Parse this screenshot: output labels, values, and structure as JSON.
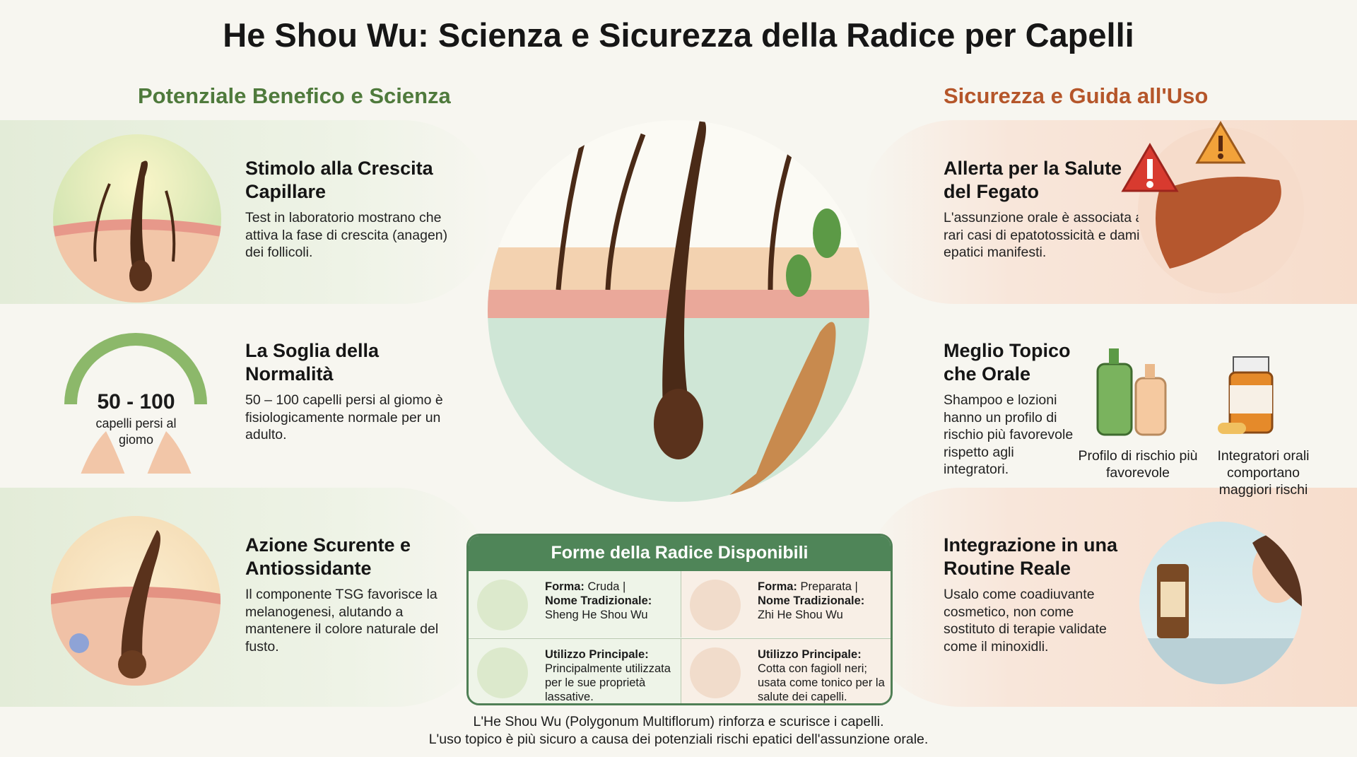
{
  "title": "He Shou Wu: Scienza e Sicurezza della Radice per Capelli",
  "left": {
    "heading": "Potenziale Benefico e Scienza",
    "cards": [
      {
        "title": "Stimolo alla Crescita Capillare",
        "text": "Test in laboratorio mostrano che attiva la fase di crescita (anagen) dei follicoli."
      },
      {
        "title": "La Soglia della Normalità",
        "text": "50 – 100 capelli persi al giomo è fisiologicamente normale per un adulto.",
        "badge_value": "50 - 100",
        "badge_label": "capelli persi al giomo"
      },
      {
        "title": "Azione Scurente e Antiossidante",
        "text": "Il componente TSG favorisce la melanogenesi, alutando a mantenere il colore naturale del fusto."
      }
    ]
  },
  "right": {
    "heading": "Sicurezza e Guida all'Uso",
    "cards": [
      {
        "title": "Allerta per la Salute del Fegato",
        "text": "L'assunzione orale è associata a rari casi di epatotossicità e dami epatici manifesti."
      },
      {
        "title": "Meglio Topico che Orale",
        "text": "Shampoo e lozioni hanno un profilo di rischio più favorevole rispetto agli integratori.",
        "caption_topical": "Profilo di rischio più favorevole",
        "caption_oral": "Integratori orali comportano maggiori rischi"
      },
      {
        "title": "Integrazione in una Routine Reale",
        "text": "Usalo come coadiuvante cosmetico, non come sostituto di terapie validate come il minoxidli."
      }
    ]
  },
  "table": {
    "title": "Forme della Radice Disponibili",
    "cells": [
      {
        "l1": "Forma:",
        "v1": " Cruda |",
        "l2": "Nome Tradizionale:",
        "v2": "Sheng He Shou Wu"
      },
      {
        "l1": "Forma:",
        "v1": " Preparata |",
        "l2": "Nome Tradizionale:",
        "v2": "Zhi He Shou Wu"
      },
      {
        "l1": "Utilizzo Principale:",
        "v2": "Principalmente utilizzata per le sue proprietà lassative."
      },
      {
        "l1": "Utilizzo Principale:",
        "v2": "Cotta con fagioll neri; usata come tonico per la salute dei capelli."
      }
    ]
  },
  "footer": [
    "L'He Shou Wu (Polygonum Multiflorum) rinforza e scurisce i capelli.",
    "L'uso topico è più sicuro a causa dei potenziali rischi epatici dell'assunzione orale."
  ],
  "colors": {
    "green": "#4f7a3c",
    "orange": "#b5562a",
    "table_header": "#4f8558"
  }
}
